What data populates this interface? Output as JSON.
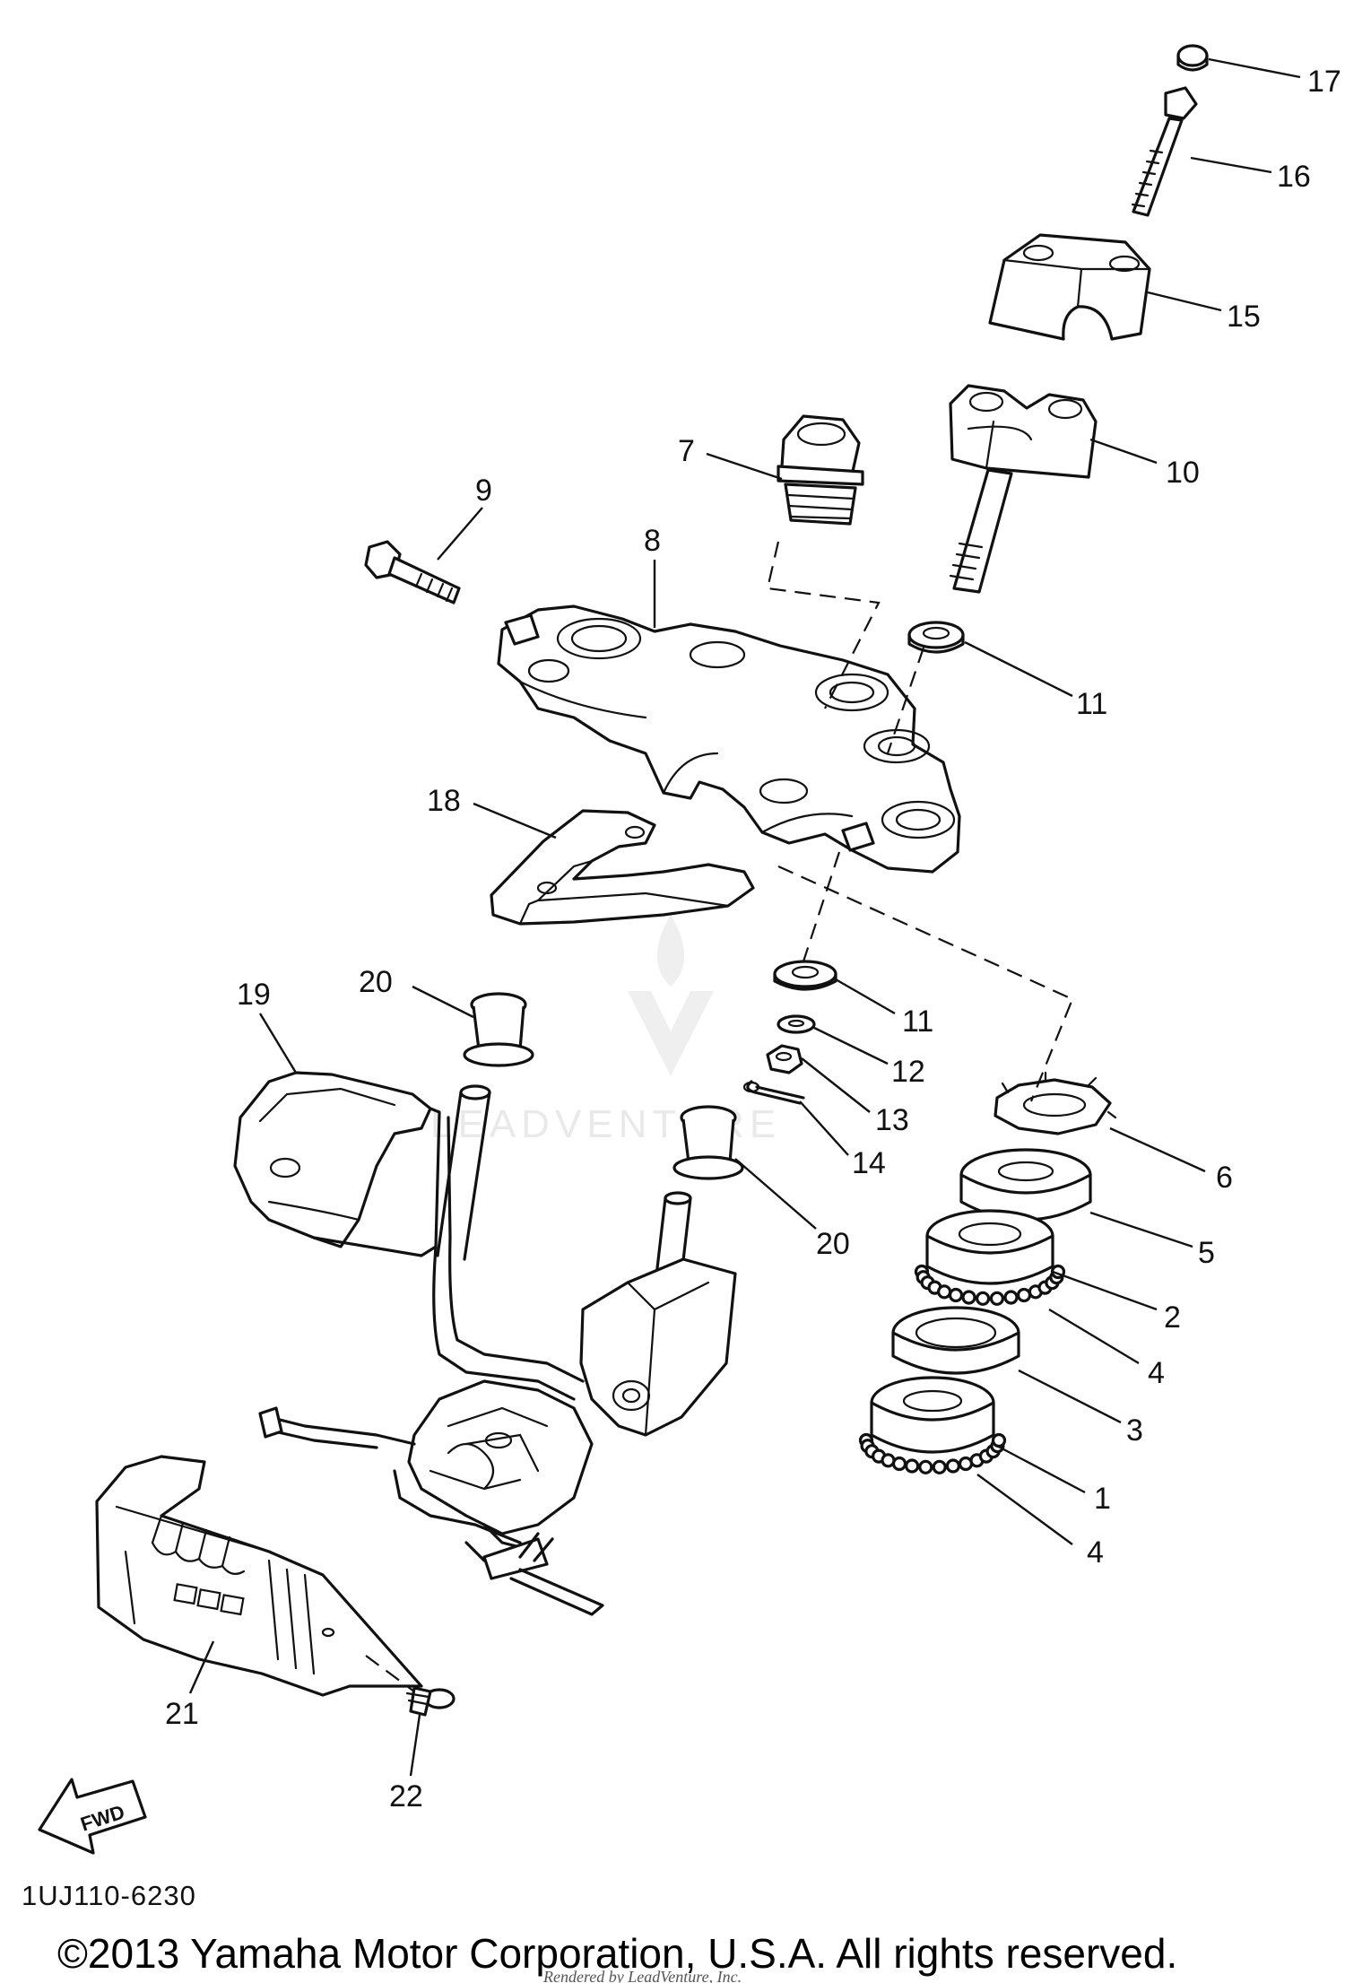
{
  "diagram": {
    "callouts": [
      {
        "id": "c17",
        "label": "17"
      },
      {
        "id": "c16",
        "label": "16"
      },
      {
        "id": "c15",
        "label": "15"
      },
      {
        "id": "c10",
        "label": "10"
      },
      {
        "id": "c7",
        "label": "7"
      },
      {
        "id": "c9",
        "label": "9"
      },
      {
        "id": "c8",
        "label": "8"
      },
      {
        "id": "c11a",
        "label": "11"
      },
      {
        "id": "c18",
        "label": "18"
      },
      {
        "id": "c20a",
        "label": "20"
      },
      {
        "id": "c19",
        "label": "19"
      },
      {
        "id": "c11b",
        "label": "11"
      },
      {
        "id": "c12",
        "label": "12"
      },
      {
        "id": "c13",
        "label": "13"
      },
      {
        "id": "c14",
        "label": "14"
      },
      {
        "id": "c6",
        "label": "6"
      },
      {
        "id": "c20b",
        "label": "20"
      },
      {
        "id": "c5",
        "label": "5"
      },
      {
        "id": "c2",
        "label": "2"
      },
      {
        "id": "c4a",
        "label": "4"
      },
      {
        "id": "c3",
        "label": "3"
      },
      {
        "id": "c1",
        "label": "1"
      },
      {
        "id": "c4b",
        "label": "4"
      },
      {
        "id": "c21",
        "label": "21"
      },
      {
        "id": "c22",
        "label": "22"
      }
    ],
    "fwd_label": "FWD",
    "diagram_code": "1UJ110-6230",
    "watermark": "LEADVENTURE",
    "copyright": "©2013 Yamaha Motor Corporation, U.S.A. All rights reserved.",
    "rendered_note": "Rendered by LeadVenture, Inc."
  }
}
